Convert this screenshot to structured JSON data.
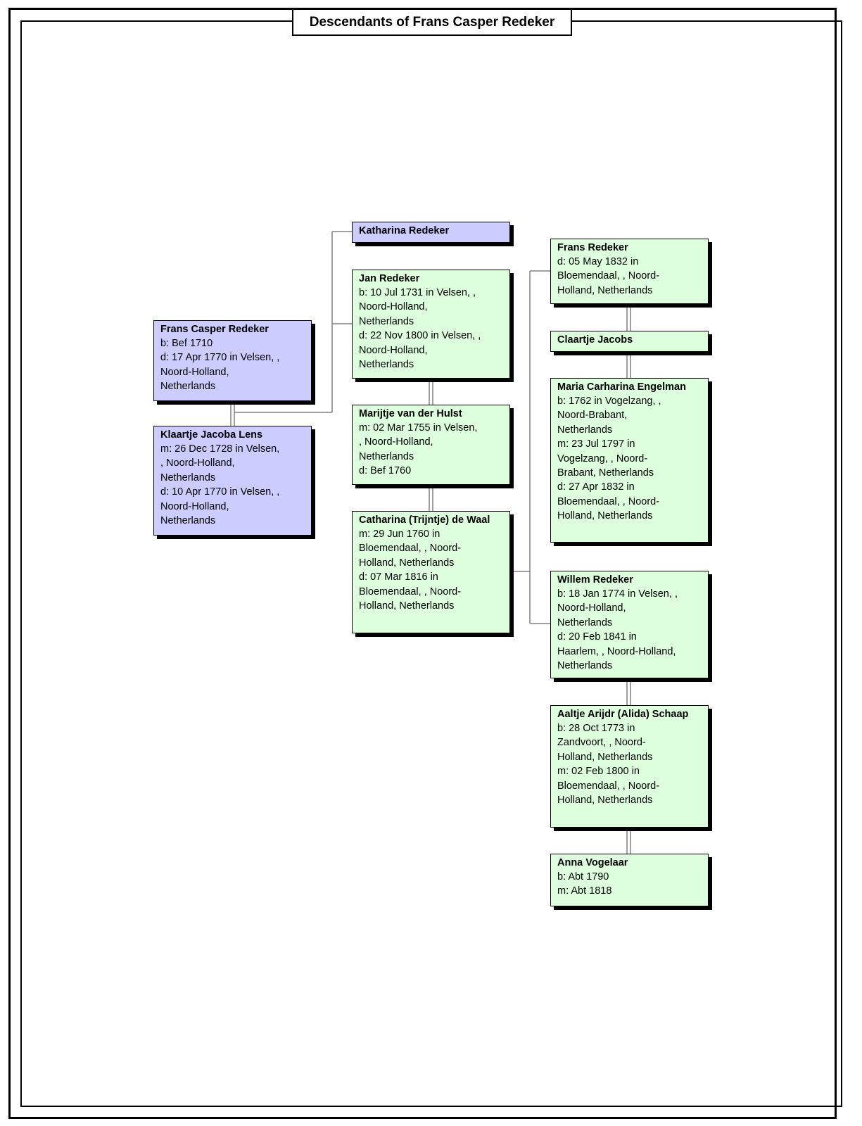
{
  "title": "Descendants of Frans Casper Redeker",
  "colors": {
    "gen1": "#ccccff",
    "gen_other": "#ddffdd",
    "line": "#808080",
    "border": "#000000"
  },
  "people": {
    "frans_casper": {
      "name": "Frans Casper Redeker",
      "lines": [
        "b: Bef 1710",
        "d: 17 Apr 1770 in Velsen, ,",
        "Noord-Holland,",
        "Netherlands"
      ]
    },
    "klaartje": {
      "name": "Klaartje Jacoba Lens",
      "lines": [
        "m: 26 Dec 1728 in Velsen,",
        ", Noord-Holland,",
        "Netherlands",
        "d: 10 Apr 1770 in Velsen, ,",
        "Noord-Holland,",
        "Netherlands"
      ]
    },
    "katharina": {
      "name": "Katharina Redeker",
      "lines": []
    },
    "jan": {
      "name": "Jan Redeker",
      "lines": [
        "b: 10 Jul 1731 in Velsen, ,",
        "Noord-Holland,",
        "Netherlands",
        "d: 22 Nov 1800 in Velsen, ,",
        "Noord-Holland,",
        "Netherlands"
      ]
    },
    "marijtje": {
      "name": "Marijtje van der Hulst",
      "lines": [
        "m: 02 Mar 1755 in Velsen,",
        ", Noord-Holland,",
        "Netherlands",
        "d: Bef 1760"
      ]
    },
    "catharina": {
      "name": "Catharina (Trijntje) de Waal",
      "lines": [
        "m: 29 Jun 1760 in",
        "Bloemendaal, , Noord-",
        "Holland, Netherlands",
        "d: 07 Mar 1816 in",
        "Bloemendaal, , Noord-",
        "Holland, Netherlands"
      ]
    },
    "frans": {
      "name": "Frans Redeker",
      "lines": [
        "d: 05 May 1832 in",
        "Bloemendaal, , Noord-",
        "Holland, Netherlands"
      ]
    },
    "claartje": {
      "name": "Claartje Jacobs",
      "lines": []
    },
    "maria": {
      "name": "Maria Carharina Engelman",
      "lines": [
        "b: 1762 in Vogelzang, ,",
        "Noord-Brabant,",
        "Netherlands",
        "m: 23 Jul 1797 in",
        "Vogelzang, , Noord-",
        "Brabant, Netherlands",
        "d: 27 Apr 1832 in",
        "Bloemendaal, , Noord-",
        "Holland, Netherlands"
      ]
    },
    "willem": {
      "name": "Willem Redeker",
      "lines": [
        "b: 18 Jan 1774 in Velsen, ,",
        "Noord-Holland,",
        "Netherlands",
        "d: 20 Feb 1841 in",
        "Haarlem, , Noord-Holland,",
        "Netherlands"
      ]
    },
    "aaltje": {
      "name": "Aaltje Arijdr (Alida) Schaap",
      "lines": [
        "b: 28 Oct 1773 in",
        "Zandvoort, , Noord-",
        "Holland, Netherlands",
        "m: 02 Feb 1800 in",
        "Bloemendaal, , Noord-",
        "Holland, Netherlands"
      ]
    },
    "anna": {
      "name": "Anna Vogelaar",
      "lines": [
        "b: Abt 1790",
        "m: Abt 1818"
      ]
    }
  }
}
